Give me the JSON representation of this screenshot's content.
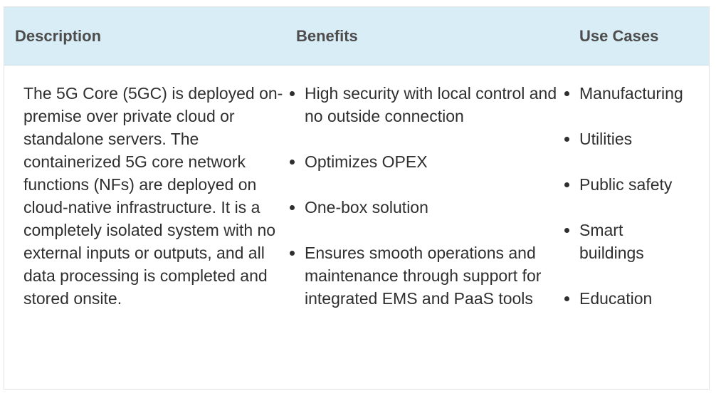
{
  "table": {
    "headers": {
      "description": "Description",
      "benefits": "Benefits",
      "use_cases": "Use Cases"
    },
    "description": "The 5G Core (5GC) is deployed on-premise over private cloud or standalone servers. The containerized 5G core network functions (NFs) are deployed on cloud-native infrastructure. It is a completely isolated system with no external inputs or outputs, and all data processing is completed and stored onsite.",
    "benefits": [
      "High security with local control and no outside connection",
      "Optimizes OPEX",
      "One-box solution",
      "Ensures smooth operations and maintenance through support for integrated EMS and PaaS tools"
    ],
    "use_cases": [
      "Manufacturing",
      "Utilities",
      "Public safety",
      "Smart buildings",
      "Education"
    ],
    "colors": {
      "header_bg": "#d9edf7",
      "header_text": "#4d4d4d",
      "body_text": "#2f2f2f",
      "border": "#e3e3e3"
    }
  }
}
